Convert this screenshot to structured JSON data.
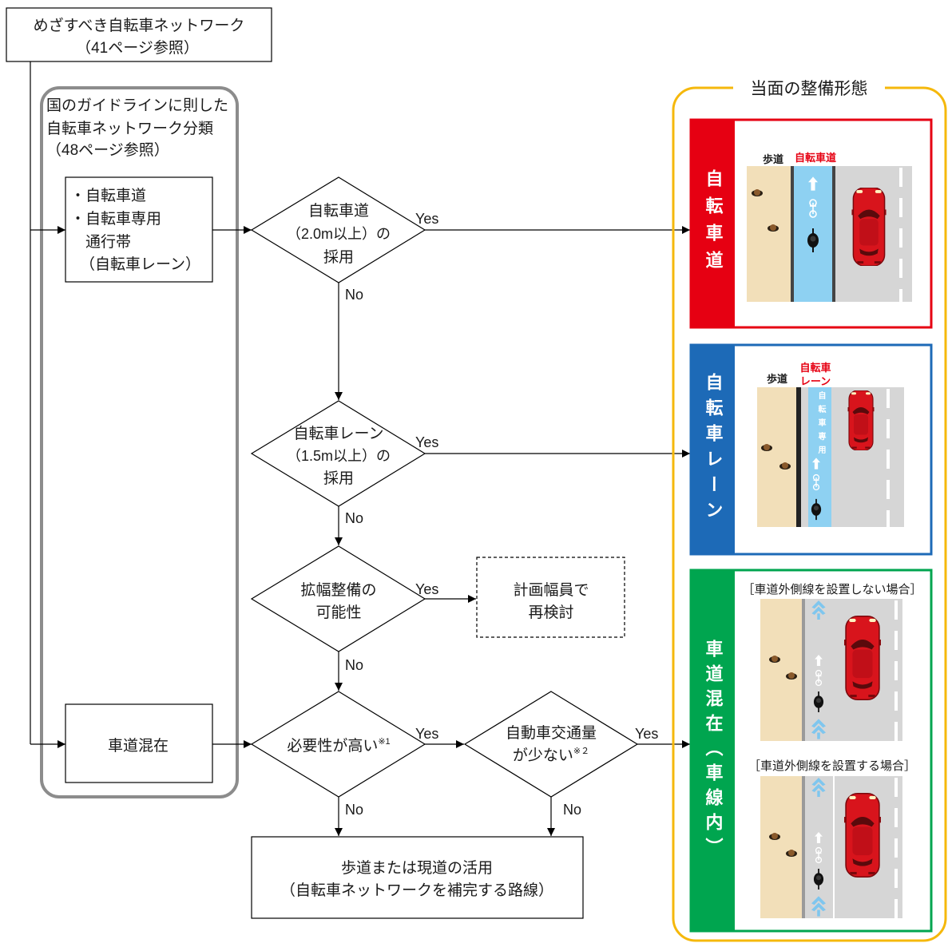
{
  "start_box": {
    "line1": "めざすべき自転車ネットワーク",
    "line2": "（41ページ参照）"
  },
  "classification": {
    "title": [
      "国のガイドラインに則した",
      "自転車ネットワーク分類",
      "（48ページ参照）"
    ],
    "lane_box": [
      "・自転車道",
      "・自転車専用",
      "通行帯",
      "（自転車レーン）"
    ],
    "mixed_box": "車道混在"
  },
  "decisions": [
    {
      "lines": [
        "自転車道",
        "（2.0m以上）の",
        "採用"
      ],
      "yes": "Yes",
      "no": "No"
    },
    {
      "lines": [
        "自転車レーン",
        "（1.5m以上）の",
        "採用"
      ],
      "yes": "Yes",
      "no": "No"
    },
    {
      "lines": [
        "拡幅整備の",
        "可能性"
      ],
      "yes": "Yes",
      "no": "No"
    },
    {
      "lines": [
        "必要性が高い"
      ],
      "note": "※1",
      "yes": "Yes",
      "no": "No"
    },
    {
      "lines": [
        "自動車交通量",
        "が少ない"
      ],
      "note": "※２",
      "yes": "Yes",
      "no": "No"
    }
  ],
  "reexamine_box": [
    "計画幅員で",
    "再検討"
  ],
  "result_box": [
    "歩道または現道の活用",
    "（自転車ネットワークを補完する路線）"
  ],
  "forms": {
    "title": "当面の整備形態",
    "panels": [
      {
        "label": "自転車道",
        "sidewalk_label": "歩道",
        "facility_label": [
          "自転車道"
        ]
      },
      {
        "label": "自転車レーン",
        "sidewalk_label": "歩道",
        "facility_label": [
          "自転車",
          "レーン"
        ],
        "lane_marking": "自転車専用"
      },
      {
        "label": "車道混在（車線内）",
        "cases": [
          "［車道外側線を設置しない場合］",
          "［車道外側線を設置する場合］"
        ]
      }
    ]
  },
  "colors": {
    "bicycle_track": "#e60012",
    "bicycle_lane": "#1d6ab7",
    "mixed_traffic": "#00a54f",
    "classification_frame": "#8c8c8c",
    "forms_frame": "#f5b80c",
    "facility_label": "#e60012",
    "sidewalk": "#f2dfb9",
    "bike_lane_surface": "#8ed1f2",
    "roadway": "#d6d6d6",
    "car": "#d8141c"
  }
}
